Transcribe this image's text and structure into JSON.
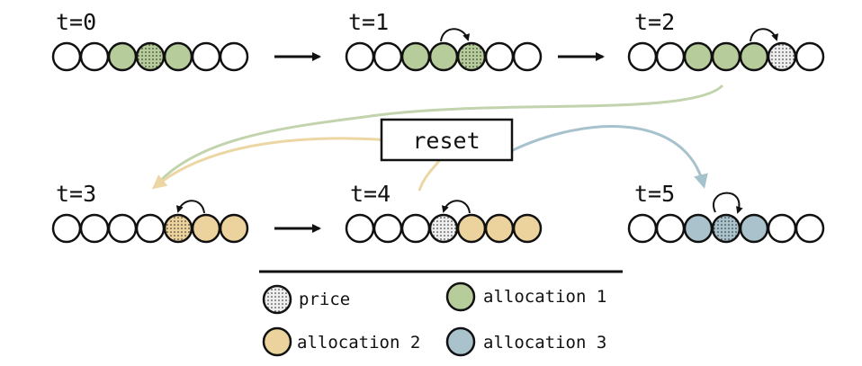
{
  "colors": {
    "empty": "#ffffff",
    "price_fill": "#eeeeee",
    "allocation_1": "#b6cc9a",
    "allocation_2": "#ecd39d",
    "allocation_3": "#a9c2cc",
    "outline": "#111111",
    "curve_green": "#c2d3ae",
    "curve_yellow": "#ecd7a4",
    "curve_blue": "#a6c2cc"
  },
  "diagram": {
    "steps": [
      {
        "label": "t=0",
        "cells": [
          "empty",
          "empty",
          "alloc1",
          "alloc1-price",
          "alloc1",
          "empty",
          "empty"
        ]
      },
      {
        "label": "t=1",
        "cells": [
          "empty",
          "empty",
          "alloc1",
          "alloc1",
          "alloc1-price",
          "empty",
          "empty"
        ]
      },
      {
        "label": "t=2",
        "cells": [
          "empty",
          "empty",
          "alloc1",
          "alloc1",
          "alloc1",
          "price",
          "empty"
        ]
      },
      {
        "label": "t=3",
        "cells": [
          "empty",
          "empty",
          "empty",
          "empty",
          "alloc2-price",
          "alloc2",
          "alloc2"
        ]
      },
      {
        "label": "t=4",
        "cells": [
          "empty",
          "empty",
          "empty",
          "price",
          "alloc2",
          "alloc2",
          "alloc2"
        ]
      },
      {
        "label": "t=5",
        "cells": [
          "empty",
          "empty",
          "alloc3",
          "alloc3-price",
          "alloc3",
          "empty",
          "empty"
        ]
      }
    ],
    "reset_label": "reset"
  },
  "legend": {
    "price": "price",
    "allocation_1": "allocation 1",
    "allocation_2": "allocation 2",
    "allocation_3": "allocation 3"
  }
}
